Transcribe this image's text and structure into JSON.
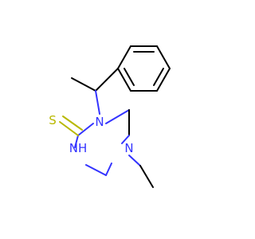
{
  "molecule": {
    "atoms": [
      {
        "id": "s1",
        "symbol": "S",
        "label": "S",
        "color": "#b8b800"
      },
      {
        "id": "n1",
        "symbol": "N",
        "label": "N",
        "color": "#3333ff"
      },
      {
        "id": "n2",
        "symbol": "N",
        "label": "N",
        "color": "#3333ff"
      },
      {
        "id": "nh",
        "symbol": "N",
        "label": "H",
        "color": "#3333ff"
      }
    ],
    "bond_color": "#000000"
  }
}
